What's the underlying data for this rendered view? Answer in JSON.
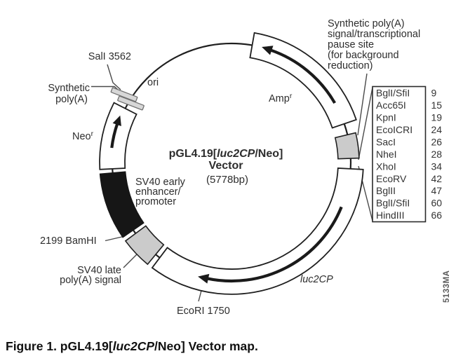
{
  "colors": {
    "line": "#1f1f1f",
    "gray_fill": "#cbcbcb",
    "black_fill": "#161616",
    "leader": "#4a4a4a",
    "part_number_gray": "#5a5a5a"
  },
  "vector_map": {
    "title": {
      "prefix": "pGL4.19[",
      "gene_italic": "luc2CP",
      "suffix": "/Neo]",
      "line2": "Vector",
      "size": "(5778bp)"
    },
    "segments": {
      "amp": {
        "label": "Amp",
        "superscript": "r"
      },
      "neo": {
        "label": "Neo",
        "superscript": "r"
      },
      "luc2cp": {
        "label": "luc2CP"
      },
      "ori": {
        "label": "ori"
      },
      "sv40_early": {
        "label_lines": [
          "SV40 early",
          "enhancer/",
          "promoter"
        ]
      },
      "sv40_late": {
        "label_lines": [
          "SV40 late",
          "poly(A) signal"
        ]
      },
      "synthetic_polya": {
        "label_lines": [
          "Synthetic",
          "poly(A)"
        ]
      }
    },
    "sites": {
      "sal": "SalI 3562",
      "bamhi": "2199 BamHI",
      "ecori": "EcoRI 1750"
    },
    "pause_site_note": [
      "Synthetic poly(A)",
      "signal/transcriptional",
      "pause site",
      "(for background",
      "reduction)"
    ],
    "part_number": "5133MA"
  },
  "enzyme_table": {
    "rows": [
      {
        "name": "BglI/SfiI",
        "pos": 9
      },
      {
        "name": "Acc65I",
        "pos": 15
      },
      {
        "name": "KpnI",
        "pos": 19
      },
      {
        "name": "EcoICRI",
        "pos": 24
      },
      {
        "name": "SacI",
        "pos": 26
      },
      {
        "name": "NheI",
        "pos": 28
      },
      {
        "name": "XhoI",
        "pos": 34
      },
      {
        "name": "EcoRV",
        "pos": 42
      },
      {
        "name": "BglII",
        "pos": 47
      },
      {
        "name": "BglI/SfiI",
        "pos": 60
      },
      {
        "name": "HindIII",
        "pos": 66
      }
    ]
  },
  "caption": {
    "prefix": "Figure 1. pGL4.19[",
    "gene_italic": "luc2CP",
    "suffix": "/Neo] Vector map."
  }
}
